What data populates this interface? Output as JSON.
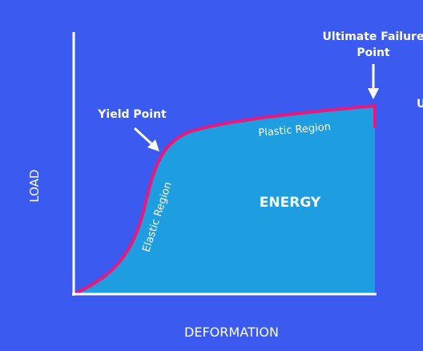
{
  "labels": {
    "y_axis": "LOAD",
    "x_axis": "DEFORMATION",
    "yield_point": "Yield Point",
    "ultimate_failure_line1": "Ultimate Failure",
    "ultimate_failure_line2": "Point",
    "plastic_region": "Plastic Region",
    "elastic_region": "Elastic Region",
    "energy": "ENERGY",
    "cut_off_text": "U"
  },
  "colors": {
    "background": "#3a5af0",
    "area_fill": "#1e9ee0",
    "curve": "#e8197c",
    "axis": "#ffffff",
    "text": "#ffffff"
  }
}
